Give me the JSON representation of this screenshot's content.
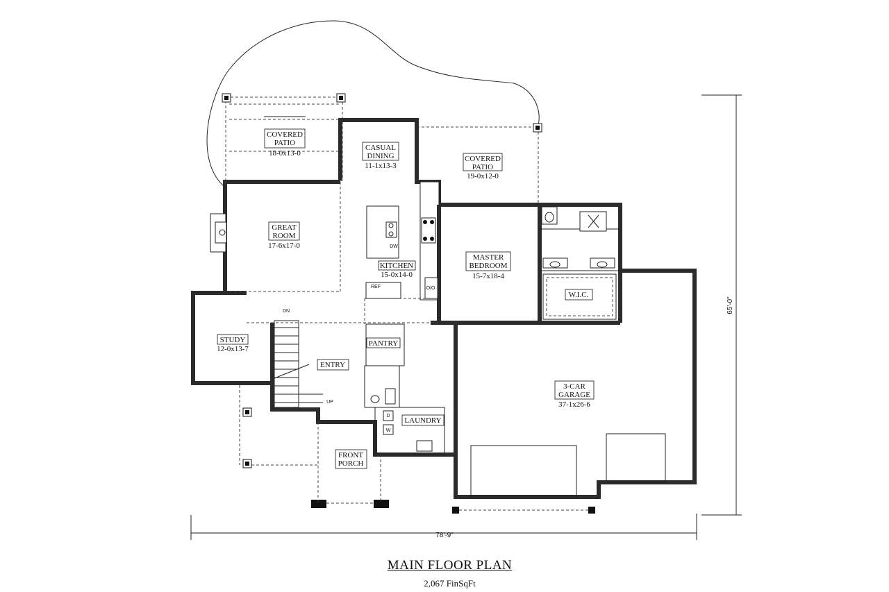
{
  "title": "MAIN FLOOR PLAN",
  "subtitle": "2,067 FinSqFt",
  "dimensions": {
    "width": "78'-9\"",
    "depth": "65'-0\""
  },
  "rooms": [
    {
      "id": "covered-patio-left",
      "name": "COVERED PATIO",
      "size": "18-0x13-0"
    },
    {
      "id": "casual-dining",
      "name": "CASUAL DINING",
      "size": "11-1x13-3"
    },
    {
      "id": "covered-patio-right",
      "name": "COVERED PATIO",
      "size": "19-0x12-0"
    },
    {
      "id": "great-room",
      "name": "GREAT ROOM",
      "size": "17-6x17-0"
    },
    {
      "id": "kitchen",
      "name": "KITCHEN",
      "size": "15-0x14-0"
    },
    {
      "id": "master-bedroom",
      "name": "MASTER BEDROOM",
      "size": "15-7x18-4"
    },
    {
      "id": "wic",
      "name": "W.I.C.",
      "size": ""
    },
    {
      "id": "study",
      "name": "STUDY",
      "size": "12-0x13-7"
    },
    {
      "id": "pantry",
      "name": "PANTRY",
      "size": ""
    },
    {
      "id": "entry",
      "name": "ENTRY",
      "size": ""
    },
    {
      "id": "garage",
      "name": "3-CAR GARAGE",
      "size": "37-1x26-6"
    },
    {
      "id": "laundry",
      "name": "LAUNDRY",
      "size": ""
    },
    {
      "id": "front-porch",
      "name": "FRONT PORCH",
      "size": ""
    }
  ],
  "fixture_labels": {
    "dw": "DW",
    "ref": "REF",
    "oo": "O/O",
    "dn": "DN",
    "up": "UP",
    "dryer": "D",
    "washer": "W"
  }
}
